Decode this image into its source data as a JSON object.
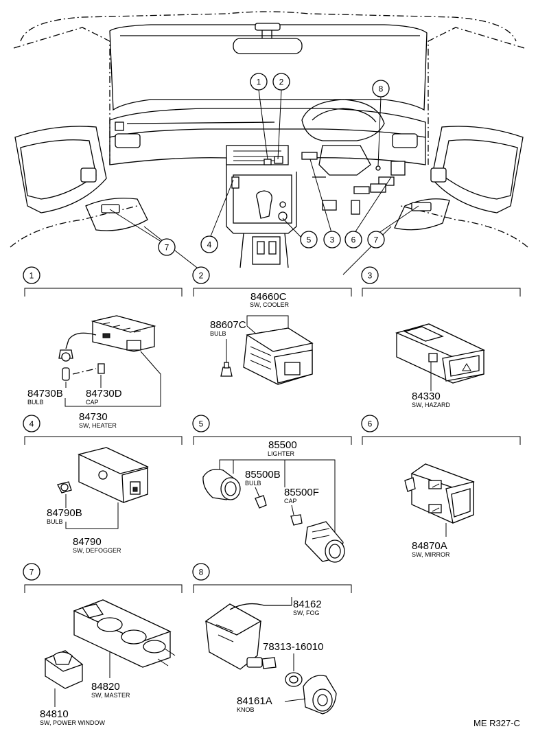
{
  "doc_ref": "ME R327-C",
  "callouts": [
    "1",
    "2",
    "3",
    "4",
    "5",
    "6",
    "7",
    "8"
  ],
  "sections": [
    {
      "num": "1",
      "parts": [
        {
          "id": "p84730B",
          "number": "84730B",
          "desc": "BULB"
        },
        {
          "id": "p84730D",
          "number": "84730D",
          "desc": "CAP"
        },
        {
          "id": "p84730",
          "number": "84730",
          "desc": "SW, HEATER"
        }
      ]
    },
    {
      "num": "2",
      "parts": [
        {
          "id": "p84660C",
          "number": "84660C",
          "desc": "SW, COOLER"
        },
        {
          "id": "p88607C",
          "number": "88607C",
          "desc": "BULB"
        }
      ]
    },
    {
      "num": "3",
      "parts": [
        {
          "id": "p84330",
          "number": "84330",
          "desc": "SW, HAZARD"
        }
      ]
    },
    {
      "num": "4",
      "parts": [
        {
          "id": "p84790B",
          "number": "84790B",
          "desc": "BULB"
        },
        {
          "id": "p84790",
          "number": "84790",
          "desc": "SW, DEFOGGER"
        }
      ]
    },
    {
      "num": "5",
      "parts": [
        {
          "id": "p85500",
          "number": "85500",
          "desc": "LIGHTER"
        },
        {
          "id": "p85500B",
          "number": "85500B",
          "desc": "BULB"
        },
        {
          "id": "p85500F",
          "number": "85500F",
          "desc": "CAP"
        }
      ]
    },
    {
      "num": "6",
      "parts": [
        {
          "id": "p84870A",
          "number": "84870A",
          "desc": "SW, MIRROR"
        }
      ]
    },
    {
      "num": "7",
      "parts": [
        {
          "id": "p84820",
          "number": "84820",
          "desc": "SW, MASTER"
        },
        {
          "id": "p84810",
          "number": "84810",
          "desc": "SW, POWER WINDOW"
        }
      ]
    },
    {
      "num": "8",
      "parts": [
        {
          "id": "p84162",
          "number": "84162",
          "desc": "SW, FOG"
        },
        {
          "id": "p78313",
          "number": "78313-16010",
          "desc": ""
        },
        {
          "id": "p84161A",
          "number": "84161A",
          "desc": "KNOB"
        }
      ]
    }
  ]
}
